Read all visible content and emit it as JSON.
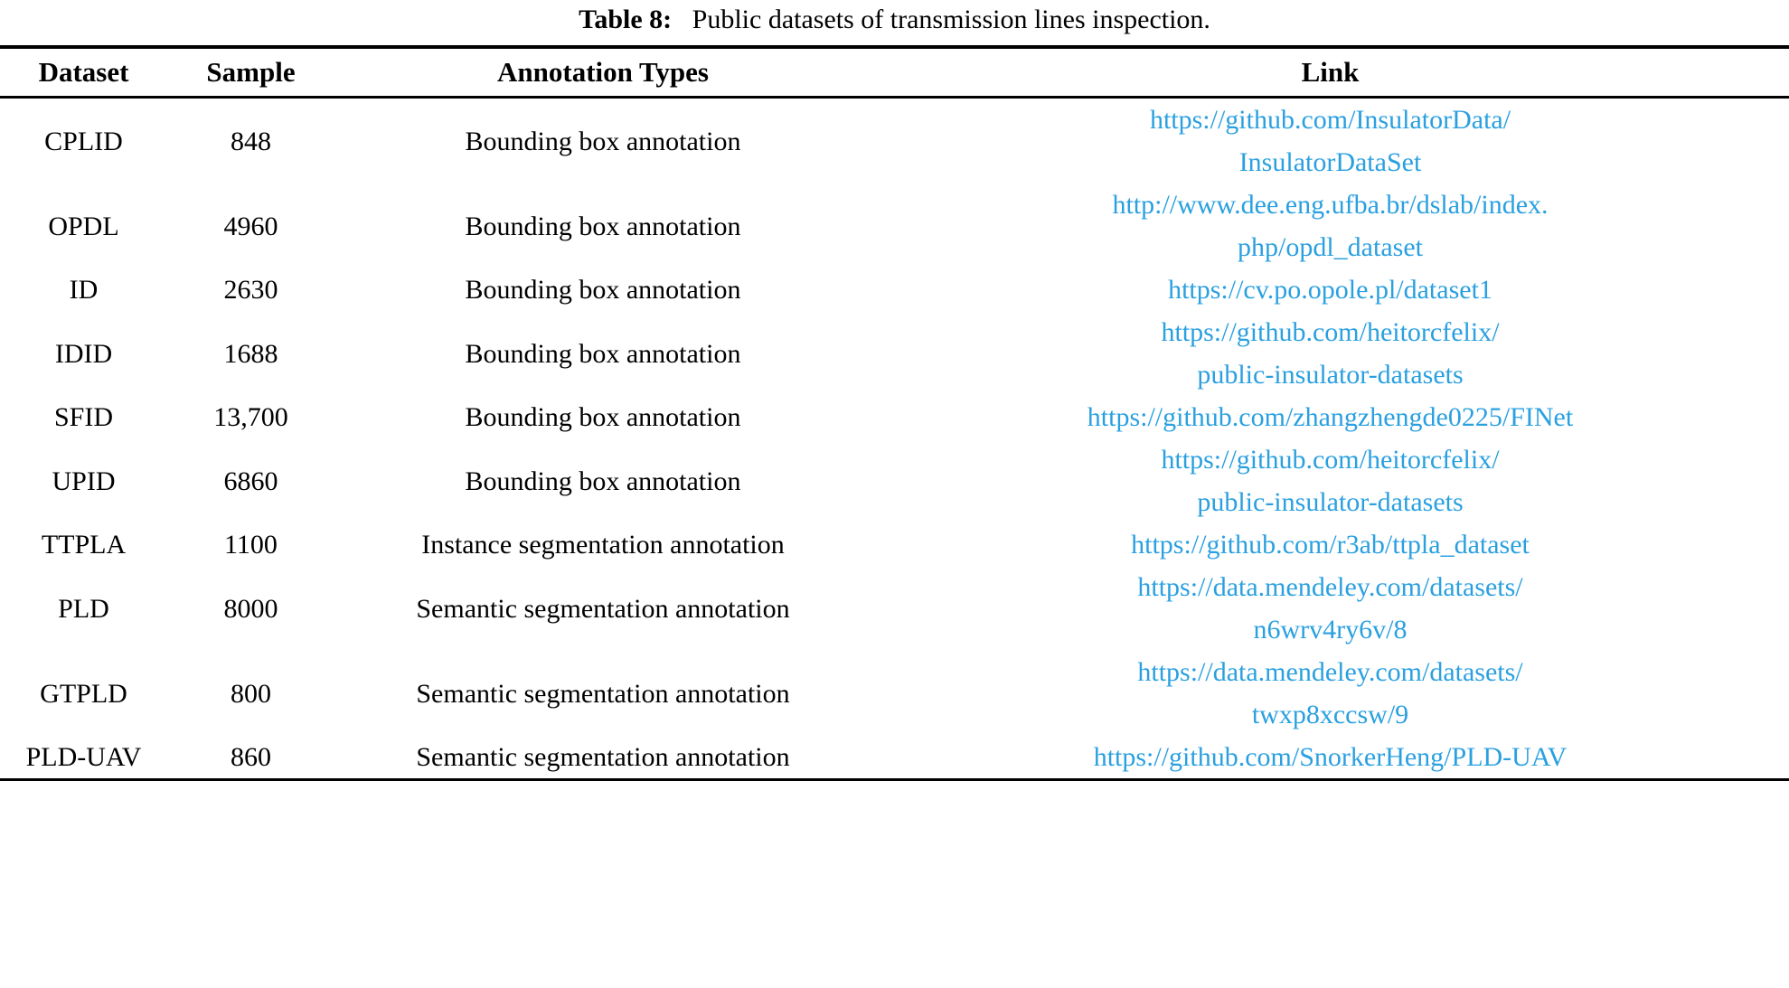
{
  "caption": {
    "label": "Table 8:",
    "text": "Public datasets of transmission lines inspection."
  },
  "colors": {
    "link": "#2aa0e0",
    "text": "#000000",
    "rule": "#000000"
  },
  "table": {
    "headers": {
      "dataset": "Dataset",
      "sample": "Sample",
      "annotation": "Annotation Types",
      "link": "Link"
    },
    "rows": [
      {
        "dataset": "CPLID",
        "sample": "848",
        "annotation": "Bounding box annotation",
        "link_lines": [
          "https://github.com/InsulatorData/",
          "InsulatorDataSet"
        ]
      },
      {
        "dataset": "OPDL",
        "sample": "4960",
        "annotation": "Bounding box annotation",
        "link_lines": [
          "http://www.dee.eng.ufba.br/dslab/index.",
          "php/opdl_dataset"
        ]
      },
      {
        "dataset": "ID",
        "sample": "2630",
        "annotation": "Bounding box annotation",
        "link_lines": [
          "https://cv.po.opole.pl/dataset1"
        ]
      },
      {
        "dataset": "IDID",
        "sample": "1688",
        "annotation": "Bounding box annotation",
        "link_lines": [
          "https://github.com/heitorcfelix/",
          "public-insulator-datasets"
        ]
      },
      {
        "dataset": "SFID",
        "sample": "13,700",
        "annotation": "Bounding box annotation",
        "link_lines": [
          "https://github.com/zhangzhengde0225/FINet"
        ]
      },
      {
        "dataset": "UPID",
        "sample": "6860",
        "annotation": "Bounding box annotation",
        "link_lines": [
          "https://github.com/heitorcfelix/",
          "public-insulator-datasets"
        ]
      },
      {
        "dataset": "TTPLA",
        "sample": "1100",
        "annotation": "Instance segmentation annotation",
        "link_lines": [
          "https://github.com/r3ab/ttpla_dataset"
        ]
      },
      {
        "dataset": "PLD",
        "sample": "8000",
        "annotation": "Semantic segmentation annotation",
        "link_lines": [
          "https://data.mendeley.com/datasets/",
          "n6wrv4ry6v/8"
        ]
      },
      {
        "dataset": "GTPLD",
        "sample": "800",
        "annotation": "Semantic segmentation annotation",
        "link_lines": [
          "https://data.mendeley.com/datasets/",
          "twxp8xccsw/9"
        ]
      },
      {
        "dataset": "PLD-UAV",
        "sample": "860",
        "annotation": "Semantic segmentation annotation",
        "link_lines": [
          "https://github.com/SnorkerHeng/PLD-UAV"
        ]
      }
    ]
  }
}
